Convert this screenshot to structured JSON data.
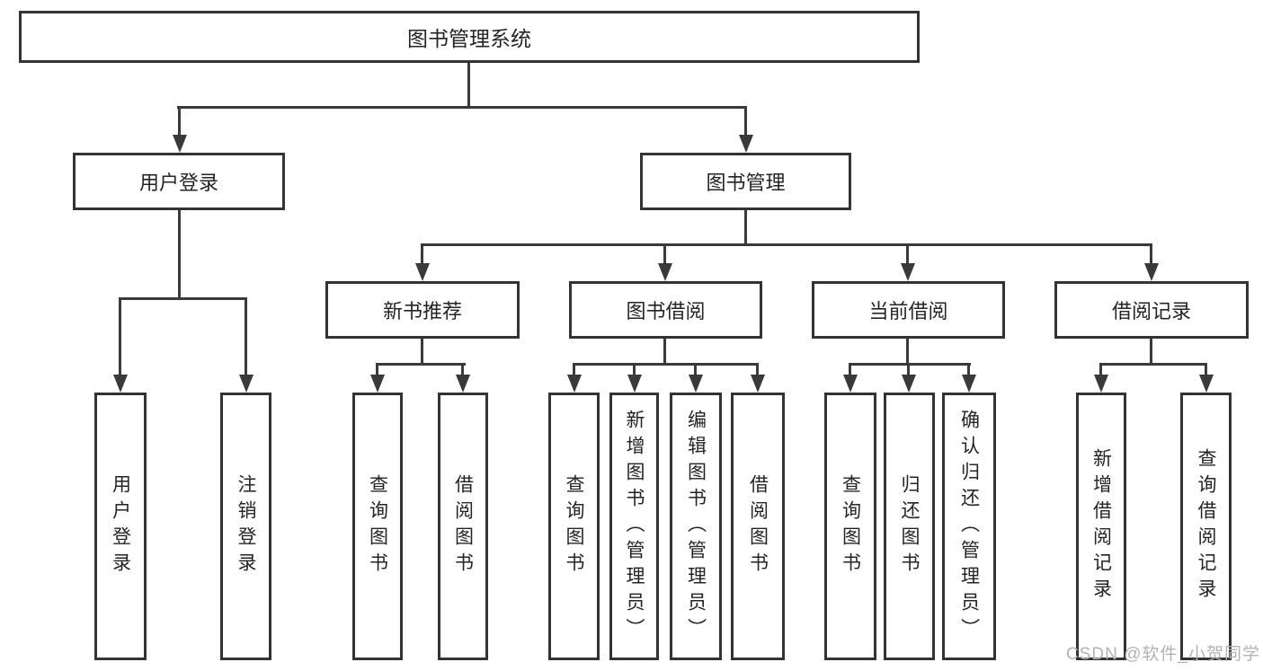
{
  "colors": {
    "line": "#3a3a3a",
    "box_border": "#333333",
    "text": "#242424",
    "background": "#ffffff",
    "watermark": "#b3b3b3"
  },
  "tree": {
    "root": {
      "label": "图书管理系统"
    },
    "level2": {
      "user_login": {
        "label": "用户登录"
      },
      "book_mgmt": {
        "label": "图书管理"
      }
    },
    "level3": {
      "new_book_rec": {
        "label": "新书推荐"
      },
      "book_borrow": {
        "label": "图书借阅"
      },
      "current_borrow": {
        "label": "当前借阅"
      },
      "borrow_records": {
        "label": "借阅记录"
      }
    },
    "leaves": {
      "user_login": {
        "label": "用户登录"
      },
      "logout": {
        "label": "注销登录"
      },
      "query_book_rec": {
        "label": "查询图书"
      },
      "borrow_book_rec": {
        "label": "借阅图书"
      },
      "query_book_borrow": {
        "label": "查询图书"
      },
      "add_book_admin": {
        "label": "新增图书（管理员）"
      },
      "edit_book_admin": {
        "label": "编辑图书（管理员）"
      },
      "borrow_book_borrow": {
        "label": "借阅图书"
      },
      "query_book_current": {
        "label": "查询图书"
      },
      "return_book": {
        "label": "归还图书"
      },
      "confirm_return_admin": {
        "label": "确认归还（管理员）"
      },
      "add_borrow_record": {
        "label": "新增借阅记录"
      },
      "query_borrow_record": {
        "label": "查询借阅记录"
      }
    }
  },
  "watermark": {
    "text": "CSDN @软件_小贺同学"
  }
}
